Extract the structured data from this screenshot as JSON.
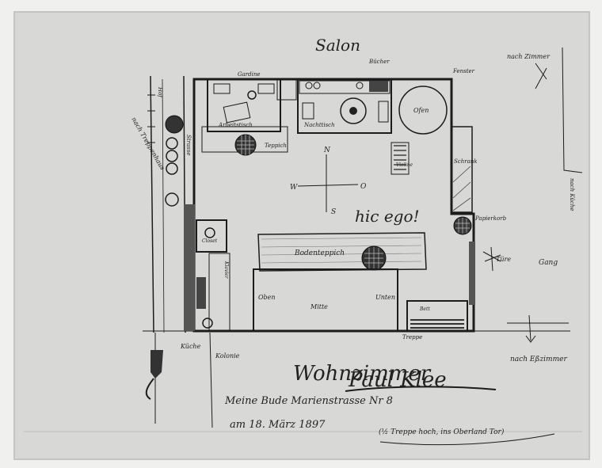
{
  "labels": {
    "salon": "Salon",
    "hic_ego": "hic ego!",
    "n": "N",
    "w": "W",
    "o": "O",
    "s": "S",
    "ofen": "Ofen",
    "schrank": "Schrank",
    "bodenteppich": "Bodenteppich",
    "oben": "Oben",
    "mitte": "Mitte",
    "unten": "Unten",
    "nachttisch": "Nachttisch",
    "arbeitstisch": "Arbeitstisch",
    "teppich": "Teppich",
    "papierkorb": "Papierkorb",
    "gang": "Gang",
    "kueche": "Küche",
    "tuere": "Türe",
    "closet": "Closet",
    "wohnzimmer": "Wohnzimmer",
    "signature": "Paul Klee",
    "address_line": "Meine Bude Marienstrasse Nr 8",
    "date_line": "am 18. März 1897",
    "note_line": "(½ Treppe hoch, ins Oberland Tor)",
    "to_kitchen": "nach Küche",
    "to_staircase": "nach Treppenhaus",
    "to_dining": "nach Eßzimmer",
    "nach_zimmer": "nach Zimmer",
    "bucher": "Bücher",
    "violine": "Violine",
    "gardine": "Gardine",
    "klavier": "Klavier",
    "treppe": "Treppe",
    "hof": "Hof",
    "kolonie": "Kolonie",
    "strasse": "Strasse",
    "fenster_r": "Fenster",
    "bett": "Bett"
  }
}
